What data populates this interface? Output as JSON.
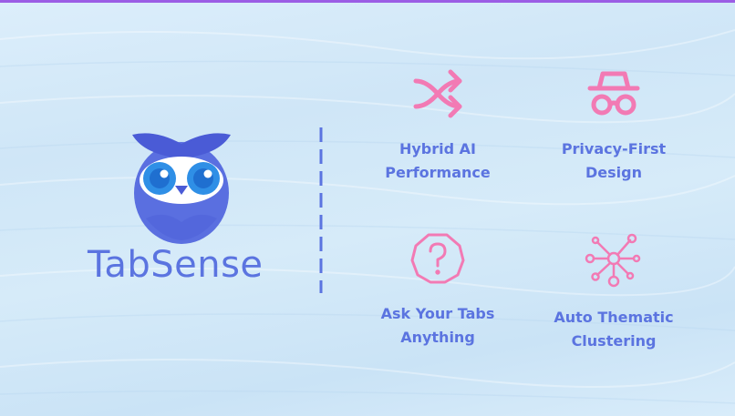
{
  "brand": {
    "name": "TabSense",
    "logo_icon": "owl-icon"
  },
  "colors": {
    "accent_blue": "#5b74e0",
    "icon_pink": "#f27ab4",
    "top_bar": "#9b5de5",
    "background": "#d3e9f8"
  },
  "features": [
    {
      "icon": "shuffle-icon",
      "line1": "Hybrid AI",
      "line2": "Performance"
    },
    {
      "icon": "incognito-icon",
      "line1": "Privacy-First",
      "line2": "Design"
    },
    {
      "icon": "question-octagon-icon",
      "line1": "Ask Your Tabs",
      "line2": "Anything"
    },
    {
      "icon": "cluster-network-icon",
      "line1": "Auto Thematic",
      "line2": "Clustering"
    }
  ]
}
